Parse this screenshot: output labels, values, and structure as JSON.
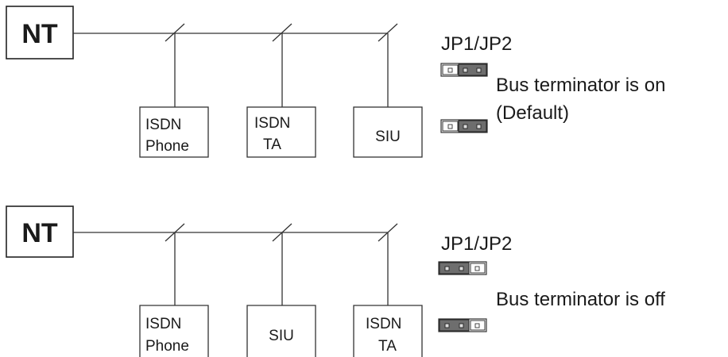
{
  "diagrams": [
    {
      "nt_label": "NT",
      "devices": [
        {
          "line1": "ISDN",
          "line2": "Phone"
        },
        {
          "line1": "ISDN",
          "line2": "TA"
        },
        {
          "line1": "SIU",
          "line2": ""
        }
      ],
      "jumper_title": "JP1/JP2",
      "jumper_state_text": "Bus terminator is on",
      "jumper_note": "(Default)"
    },
    {
      "nt_label": "NT",
      "devices": [
        {
          "line1": "ISDN",
          "line2": "Phone"
        },
        {
          "line1": "SIU",
          "line2": ""
        },
        {
          "line1": "ISDN",
          "line2": "TA"
        }
      ],
      "jumper_title": "JP1/JP2",
      "jumper_state_text": "Bus terminator is off",
      "jumper_note": ""
    }
  ]
}
